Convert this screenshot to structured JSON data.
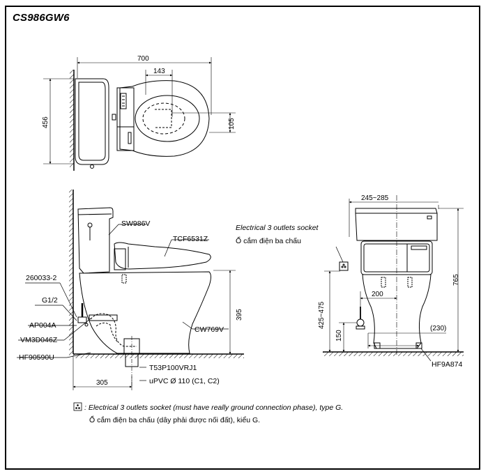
{
  "model": "CS986GW6",
  "top_view": {
    "dims": {
      "width": "700",
      "offset_143": "143",
      "depth": "456",
      "dim_105": "105"
    }
  },
  "side_view": {
    "labels": {
      "tank": "SW986V",
      "seat": "TCF6531Z",
      "bowl": "CW769V",
      "part_260033": "260033-2",
      "g12": "G1/2",
      "ap004a": "AP004A",
      "vm3d046z": "VM3D046Z",
      "hf90590u": "HF90590U",
      "t53p": "T53P100VRJ1",
      "upvc": "uPVC Ø 110 (C1, C2)"
    },
    "dims": {
      "height_395": "395",
      "rough_305": "305"
    }
  },
  "front_view": {
    "labels": {
      "socket_en": "Electrical 3 outlets socket",
      "socket_vi": "Ổ cắm điện ba chấu",
      "hf9a874": "HF9A874"
    },
    "dims": {
      "top_width": "245~285",
      "height_765": "765",
      "dim_200": "200",
      "range_425_475": "425~475",
      "dim_150": "150",
      "dim_230": "(230)"
    }
  },
  "legend": {
    "line1": ": Electrical 3 outlets socket (must have really ground connection phase), type G.",
    "line2": "Ổ cắm điện ba chấu (dây phải được nối đất), kiểu G."
  }
}
